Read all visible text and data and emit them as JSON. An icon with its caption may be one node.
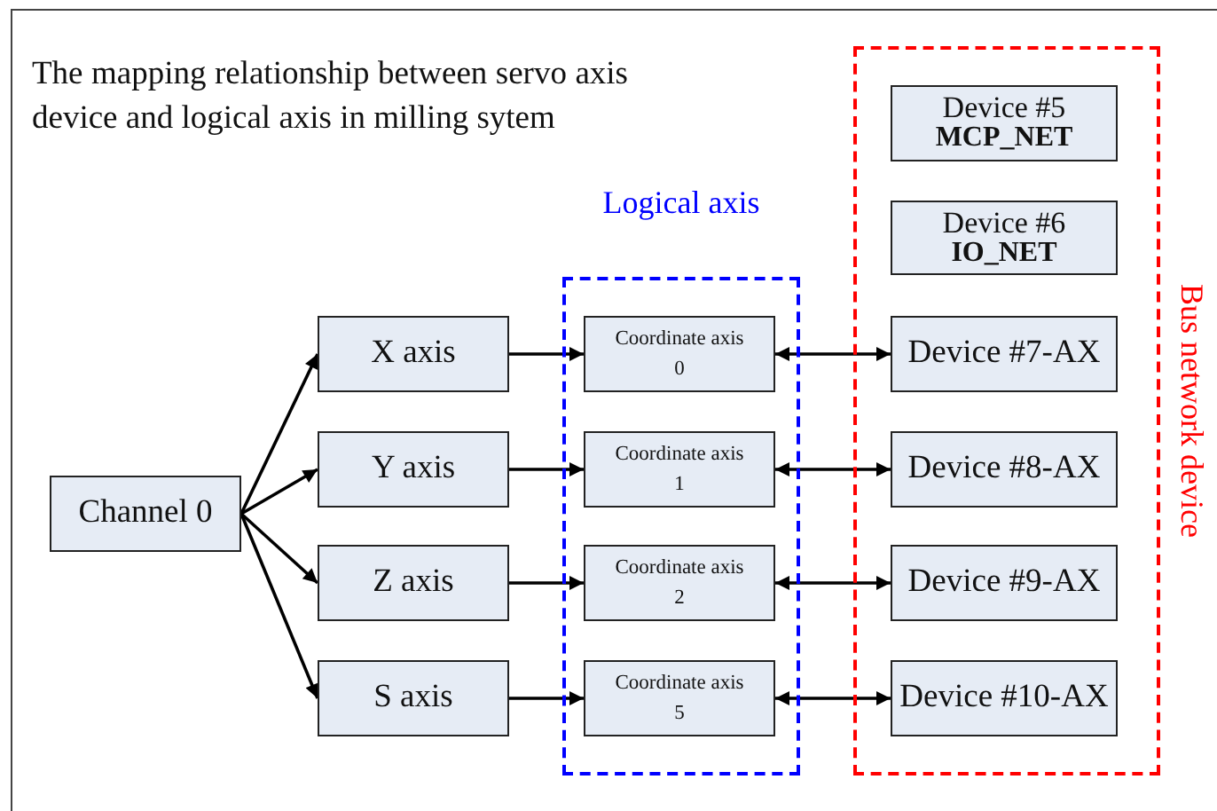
{
  "diagram": {
    "title": "The mapping relationship between servo axis device and logical axis in milling sytem",
    "nodes": [
      {
        "text": [
          "Bus network device"
        ]
      },
      {
        "text": [
          "Device #5",
          "MCP_NET"
        ],
        "in": 0
      },
      {
        "text": [
          "Device #6",
          "IO_NET"
        ],
        "in": 0
      },
      {
        "text": [
          "Logical axis"
        ]
      },
      {
        "text": [
          "X axis"
        ]
      },
      {
        "text": [
          "Y axis"
        ]
      },
      {
        "text": [
          "Z axis"
        ]
      },
      {
        "text": [
          "S axis"
        ]
      },
      {
        "text": [
          "Channel 0"
        ]
      },
      {
        "text": [
          "Coordinate axis 0"
        ],
        "in": 3
      },
      {
        "text": [
          "Coordinate axis 1"
        ],
        "in": 3
      },
      {
        "text": [
          "Coordinate axis 2"
        ],
        "in": 3
      },
      {
        "text": [
          "Coordinate axis 5"
        ],
        "in": 3
      },
      {
        "text": [
          "Device #7-AX"
        ],
        "in": 0
      },
      {
        "text": [
          "Device #8-AX"
        ],
        "in": 0
      },
      {
        "text": [
          "Device #9-AX"
        ],
        "in": 0
      },
      {
        "text": [
          "Device #10-AX"
        ],
        "in": 0
      }
    ],
    "edges": [
      {
        "from": 8,
        "to": 4,
        "arrow": "to"
      },
      {
        "from": 8,
        "to": 5,
        "arrow": "to"
      },
      {
        "from": 8,
        "to": 6,
        "arrow": "to"
      },
      {
        "from": 8,
        "to": 7,
        "arrow": "to"
      },
      {
        "from": 4,
        "to": 9,
        "arrow": "to"
      },
      {
        "from": 5,
        "to": 10,
        "arrow": "to"
      },
      {
        "from": 6,
        "to": 11,
        "arrow": "to"
      },
      {
        "from": 7,
        "to": 12,
        "arrow": "to"
      },
      {
        "from": 9,
        "to": 13,
        "arrow": "both"
      },
      {
        "from": 10,
        "to": 14,
        "arrow": "both"
      },
      {
        "from": 11,
        "to": 15,
        "arrow": "both"
      },
      {
        "from": 12,
        "to": 16,
        "arrow": "both"
      }
    ]
  }
}
